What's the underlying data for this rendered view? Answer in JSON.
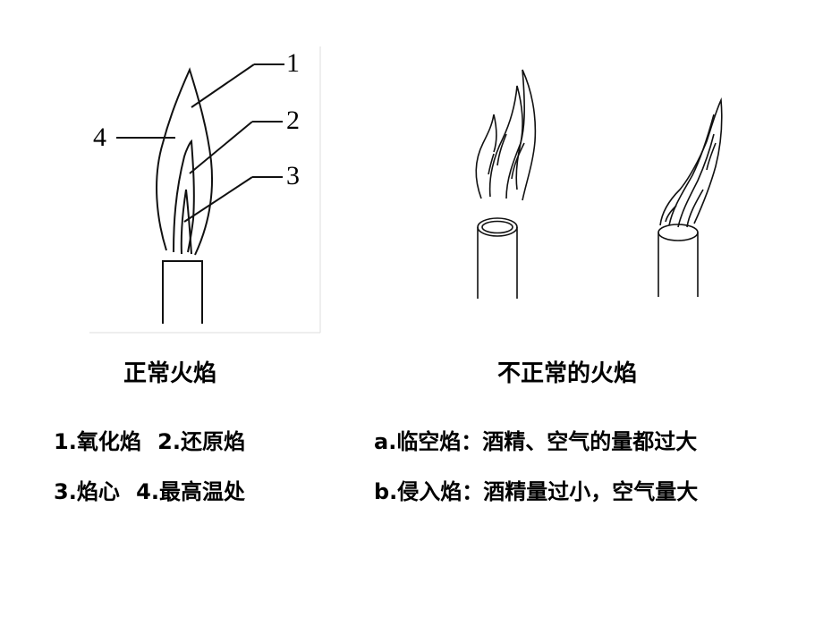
{
  "diagram": {
    "left": {
      "labels": [
        "1",
        "2",
        "3",
        "4"
      ],
      "title": "正常火焰",
      "legend_row1": "1.氧化焰 2.还原焰",
      "legend_row2": "3.焰心 4.最高温处"
    },
    "right": {
      "title": "不正常的火焰",
      "legend_row1": "a.临空焰：酒精、空气的量都过大",
      "legend_row2": "b.侵入焰：酒精量过小，空气量大"
    }
  }
}
